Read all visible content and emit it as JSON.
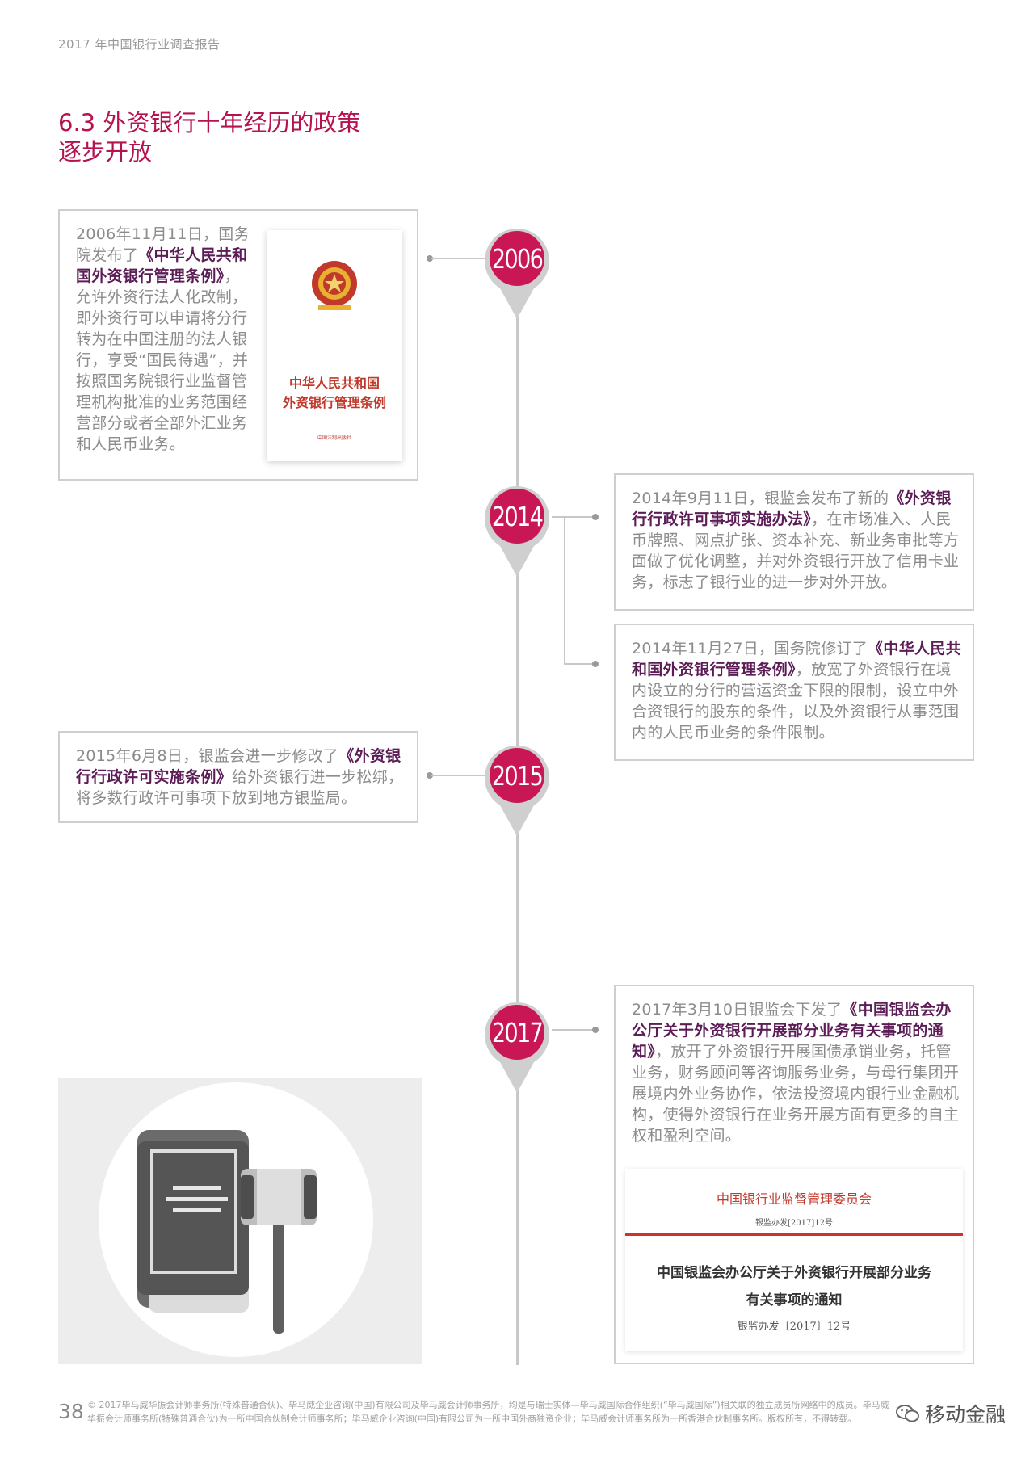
{
  "header": {
    "running_title": "2017 年中国银行业调查报告"
  },
  "section": {
    "title_line1": "6.3  外资银行十年经历的政策",
    "title_line2": "逐步开放"
  },
  "colors": {
    "accent": "#b5124f",
    "marker": "#c91755",
    "highlight": "#5c1d57",
    "border": "#cfcfcf"
  },
  "timeline": {
    "years": [
      "2006",
      "2014",
      "2015",
      "2017"
    ],
    "events": [
      {
        "year": "2006",
        "pre": "2006年11月11日，国务院发布了",
        "hl": "《中华人民共和国外资银行管理条例》",
        "post": "，允许外资行法人化改制，即外资行可以申请将分行转为在中国注册的法人银行，享受“国民待遇”，并按照国务院银行业监督管理机构批准的业务范围经营部分或者全部外汇业务和人民币业务。"
      },
      {
        "year": "2014",
        "pre": "2014年9月11日，银监会发布了新的",
        "hl": "《外资银行行政许可事项实施办法》",
        "post": "，在市场准入、人民币牌照、网点扩张、资本补充、新业务审批等方面做了优化调整，并对外资银行开放了信用卡业务，标志了银行业的进一步对外开放。"
      },
      {
        "year": "2014",
        "pre": "2014年11月27日，国务院修订了",
        "hl": "《中华人民共和国外资银行管理条例》",
        "post": "，放宽了外资银行在境内设立的分行的营运资金下限的限制，设立中外合资银行的股东的条件，以及外资银行从事范围内的人民币业务的条件限制。"
      },
      {
        "year": "2015",
        "pre": "2015年6月8日，银监会进一步修改了",
        "hl": "《外资银行行政许可实施条例》",
        "post": "给外资银行进一步松绑，将多数行政许可事项下放到地方银监局。"
      },
      {
        "year": "2017",
        "pre": "2017年3月10日银监会下发了",
        "hl": "《中国银监会办公厅关于外资银行开展部分业务有关事项的通知》",
        "post": "，放开了外资银行开展国债承销业务，托管业务，财务顾问等咨询服务业务，与母行集团开展境内外业务协作，依法投资境内银行业金融机构，使得外资银行在业务开展方面有更多的自主权和盈利空间。"
      }
    ]
  },
  "book_cover": {
    "title_line1": "中华人民共和国",
    "title_line2": "外资银行管理条例",
    "publisher": "中国法制出版社"
  },
  "notice_doc": {
    "org": "中国银行业监督管理委员会",
    "doc_no_top": "银监办发[2017]12号",
    "title_line1": "中国银监会办公厅关于外资银行开展部分业务",
    "title_line2": "有关事项的通知",
    "doc_no_bottom": "银监办发〔2017〕12号"
  },
  "footer": {
    "page_number": "38",
    "legal_line1": "© 2017毕马威华振会计师事务所(特殊普通合伙)、毕马威企业咨询(中国)有限公司及毕马威会计师事务所，均是与瑞士实体—毕马威国际合作组织(“毕马威国际”)相关联的独立成员所网络中的成员。毕马威",
    "legal_line2": "华振会计师事务所(特殊普通合伙)为一所中国合伙制会计师事务所；毕马威企业咨询(中国)有限公司为一所中国外商独资企业；毕马威会计师事务所为一所香港合伙制事务所。版权所有，不得转载。",
    "watermark": "移动金融"
  }
}
